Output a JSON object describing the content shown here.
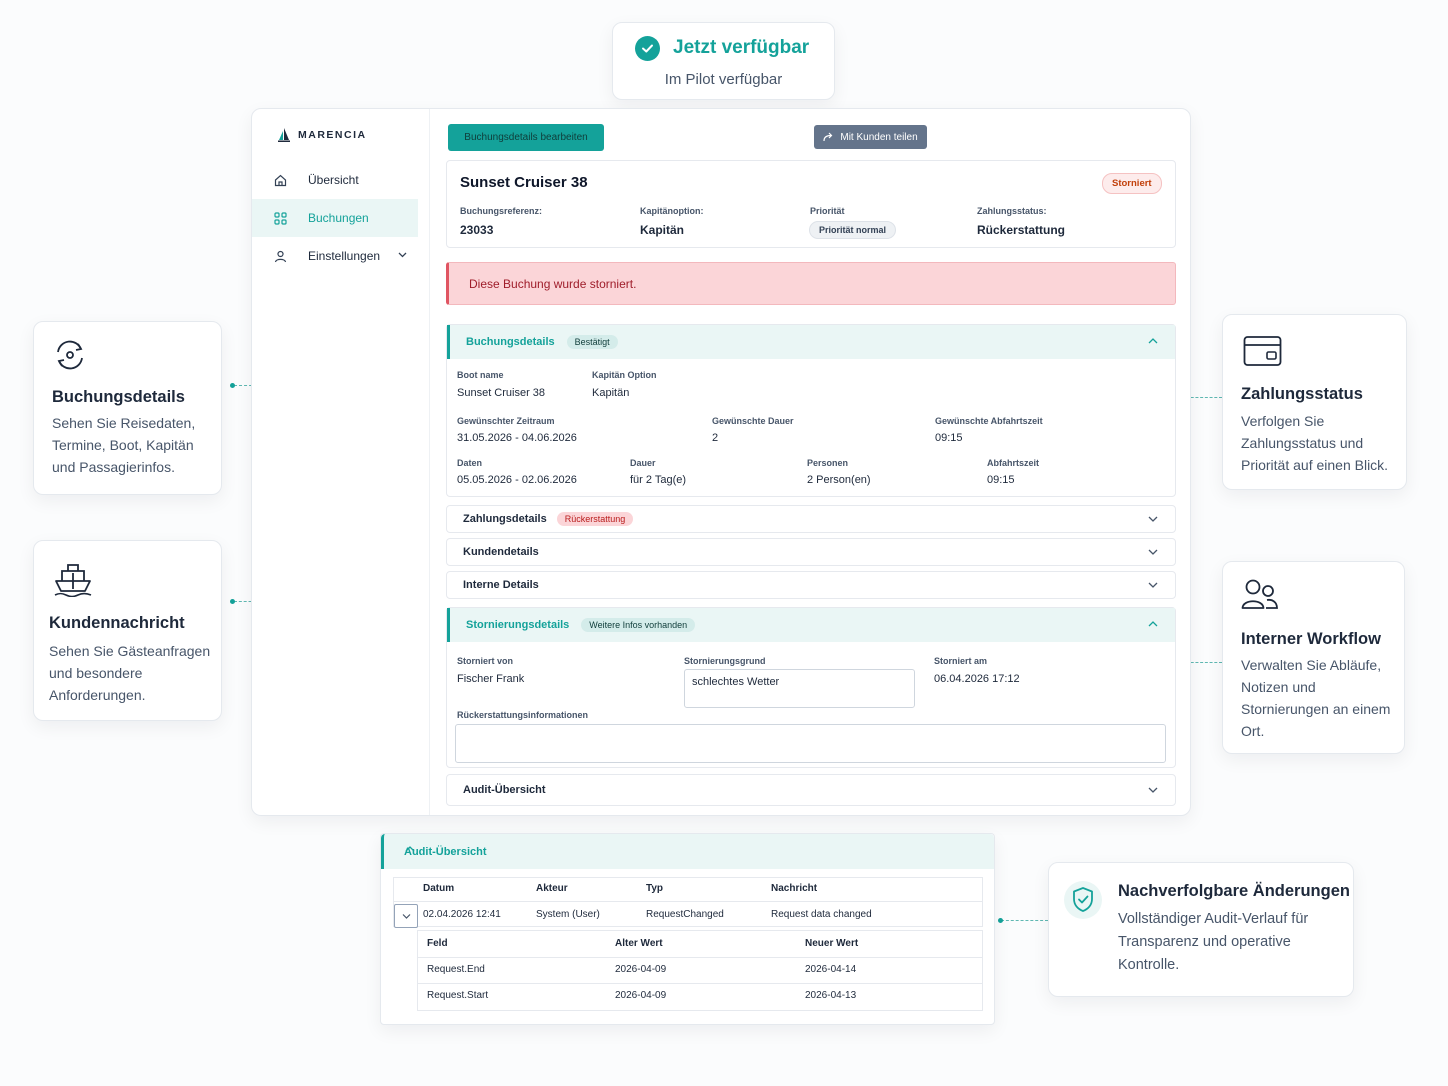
{
  "availability": {
    "title": "Jetzt verfügbar",
    "subtitle": "Im Pilot verfügbar"
  },
  "app": {
    "brand": "MARENCIA",
    "nav": [
      {
        "label": "Übersicht",
        "icon": "home-icon",
        "active": false
      },
      {
        "label": "Buchungen",
        "icon": "grid-icon",
        "active": true
      },
      {
        "label": "Einstellungen",
        "icon": "user-icon",
        "active": false
      }
    ],
    "edit_button": "Buchungsdetails bearbeiten",
    "share_button": "Mit Kunden teilen",
    "summary": {
      "title": "Sunset Cruiser 38",
      "status_badge": "Storniert",
      "ref_label": "Buchungsreferenz:",
      "ref_value": "23033",
      "captain_label": "Kapitänoption:",
      "captain_value": "Kapitän",
      "priority_label": "Priorität",
      "priority_value": "Priorität normal",
      "payment_label": "Zahlungsstatus:",
      "payment_value": "Rückerstattung"
    },
    "cancelled_alert": "Diese Buchung wurde storniert.",
    "booking": {
      "title": "Buchungsdetails",
      "badge": "Bestätigt",
      "boat_label": "Boot name",
      "boat_value": "Sunset Cruiser 38",
      "captain_label": "Kapitän Option",
      "captain_value": "Kapitän",
      "wish_range_label": "Gewünschter Zeitraum",
      "wish_range_value": "31.05.2026 - 04.06.2026",
      "wish_duration_label": "Gewünschte Dauer",
      "wish_duration_value": "2",
      "wish_departure_label": "Gewünschte Abfahrtszeit",
      "wish_departure_value": "09:15",
      "dates_label": "Daten",
      "dates_value": "05.05.2026 - 02.06.2026",
      "duration_label": "Dauer",
      "duration_value": "für 2 Tag(e)",
      "persons_label": "Personen",
      "persons_value": "2 Person(en)",
      "departure_label": "Abfahrtszeit",
      "departure_value": "09:15"
    },
    "payment_section": {
      "title": "Zahlungsdetails",
      "badge": "Rückerstattung"
    },
    "customer_section": {
      "title": "Kundendetails"
    },
    "internal_section": {
      "title": "Interne Details"
    },
    "cancellation": {
      "title": "Stornierungsdetails",
      "badge": "Weitere Infos vorhanden",
      "by_label": "Storniert von",
      "by_value": "Fischer Frank",
      "reason_label": "Stornierungsgrund",
      "reason_value": "schlechtes Wetter",
      "at_label": "Storniert am",
      "at_value": "06.04.2026 17:12",
      "refund_label": "Rückerstattungsinformationen",
      "refund_value": ""
    },
    "audit_section": {
      "title": "Audit-Übersicht"
    }
  },
  "features": {
    "buchung": {
      "title": "Buchungsdetails",
      "desc": "Sehen Sie Reisedaten, Termine, Boot, Kapitän und Passagierinfos."
    },
    "kunden": {
      "title": "Kundennachricht",
      "desc": "Sehen Sie Gästeanfragen und besondere Anforderungen."
    },
    "zahlung": {
      "title": "Zahlungsstatus",
      "desc": "Verfolgen Sie Zahlungsstatus und Priorität auf einen Blick."
    },
    "workflow": {
      "title": "Interner Workflow",
      "desc": "Verwalten Sie Abläufe, Notizen und Stornierungen an einem Ort."
    },
    "nachverfolg": {
      "title": "Nachverfolgbare Änderungen",
      "desc": "Vollständiger Audit-Verlauf für Transparenz und operative Kontrolle."
    }
  },
  "audit": {
    "title": "Audit-Übersicht",
    "headers": [
      "Datum",
      "Akteur",
      "Typ",
      "Nachricht"
    ],
    "row": [
      "02.04.2026 12:41",
      "System (User)",
      "RequestChanged",
      "Request data changed"
    ],
    "sub_headers": [
      "Feld",
      "Alter Wert",
      "Neuer Wert"
    ],
    "sub_rows": [
      [
        "Request.End",
        "2026-04-09",
        "2026-04-14"
      ],
      [
        "Request.Start",
        "2026-04-09",
        "2026-04-13"
      ]
    ]
  },
  "colors": {
    "accent": "#14a29a",
    "danger_bg": "#fbd5d8",
    "danger_text": "#9f1d2a"
  }
}
